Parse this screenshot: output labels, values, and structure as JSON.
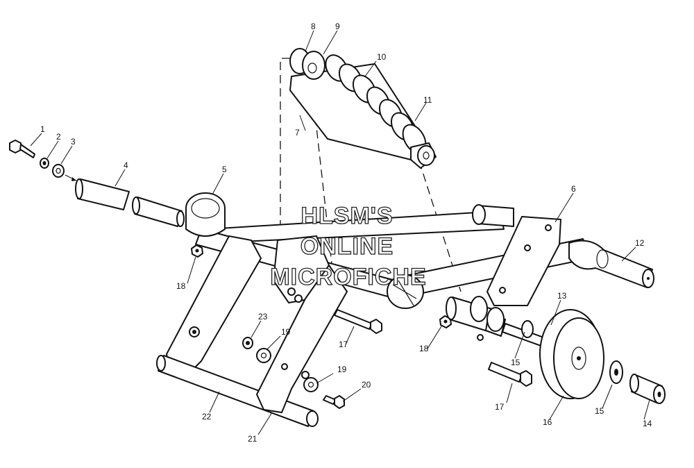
{
  "watermark": {
    "line1": "HLSM'S",
    "line2": "ONLINE",
    "line3": "MICROFICHE"
  },
  "callouts": {
    "c1": "1",
    "c2": "2",
    "c3": "3",
    "c4": "4",
    "c5": "5",
    "c6": "6",
    "c7": "7",
    "c8": "8",
    "c9": "9",
    "c10": "10",
    "c11": "11",
    "c12": "12",
    "c13": "13",
    "c14": "14",
    "c15a": "15",
    "c15b": "15",
    "c16": "16",
    "c17a": "17",
    "c17b": "17",
    "c18a": "18",
    "c18b": "18",
    "c19a": "19",
    "c19b": "19",
    "c20": "20",
    "c21": "21",
    "c22": "22",
    "c23": "23"
  }
}
